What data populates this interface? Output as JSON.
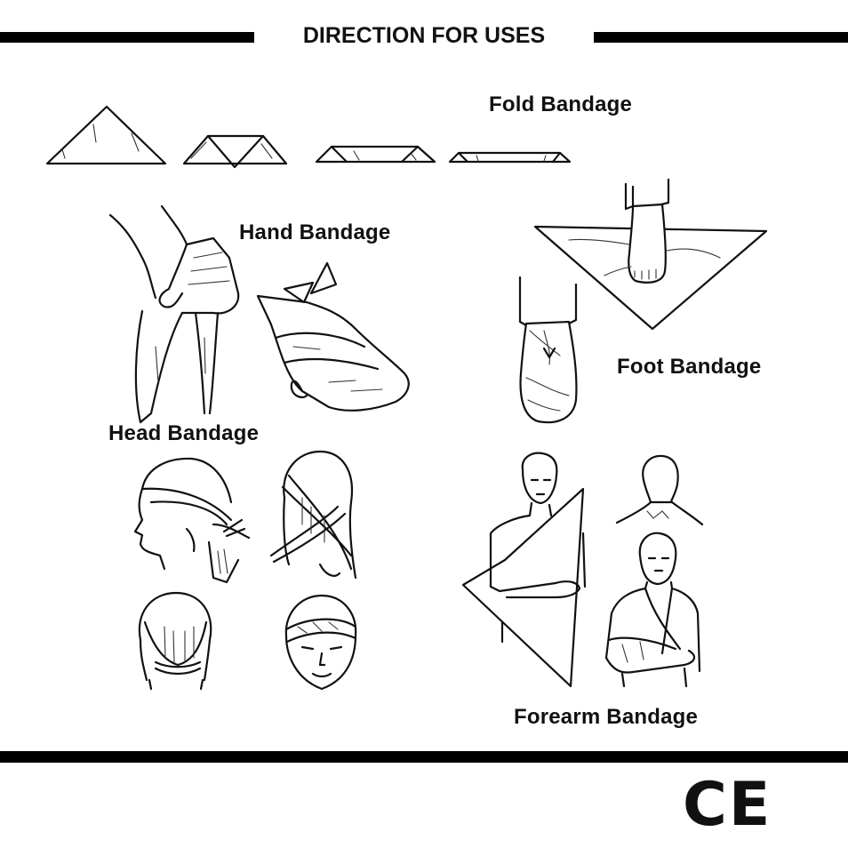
{
  "header": {
    "title": "DIRECTION FOR USES"
  },
  "sections": {
    "fold": {
      "label": "Fold Bandage",
      "steps": 4
    },
    "hand": {
      "label": "Hand Bandage",
      "steps": 2
    },
    "foot": {
      "label": "Foot Bandage",
      "steps": 2
    },
    "head": {
      "label": "Head Bandage",
      "steps": 4
    },
    "forearm": {
      "label": "Forearm Bandage",
      "steps": 3
    }
  },
  "footer": {
    "certification_mark": "CE"
  },
  "colors": {
    "ink": "#000000",
    "background": "#ffffff"
  }
}
